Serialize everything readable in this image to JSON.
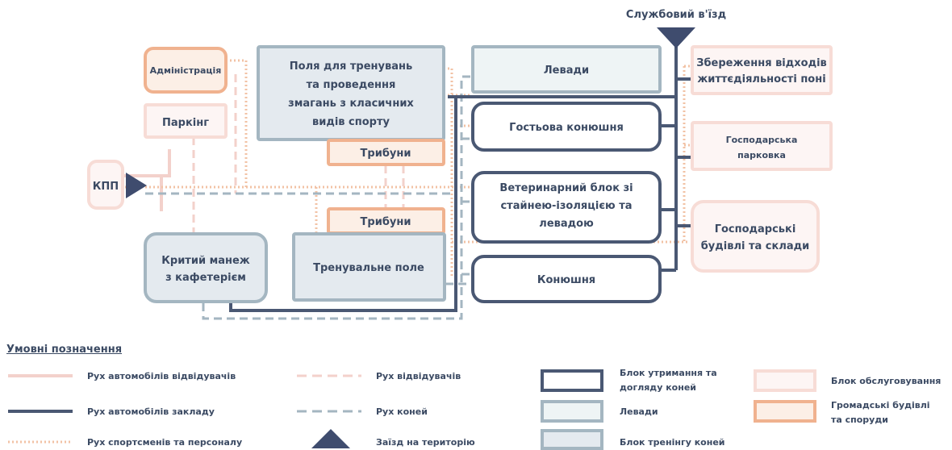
{
  "entry": {
    "service_entry_label": "Службовий в'їзд",
    "checkpoint_label": "КПП"
  },
  "blocks": {
    "administration": "Адміністрація",
    "parking": "Паркінг",
    "fields": [
      "Поля для тренувань",
      "та проведення",
      "змагань з класичних",
      "видів спорту"
    ],
    "stands_top": "Трибуни",
    "stands_bottom": "Трибуни",
    "paddocks": "Левади",
    "guest_stable": "Гостьова конюшня",
    "vet_block": [
      "Ветеринарний блок зі",
      "стайнею-ізоляцією та",
      "левадою"
    ],
    "stable": "Конюшня",
    "covered_arena": [
      "Критий манеж",
      "з кафетерієм"
    ],
    "training_field": "Тренувальне поле",
    "waste_storage": [
      "Збереження відходів",
      "життєдіяльності поні"
    ],
    "utility_parking": [
      "Господарська",
      "парковка"
    ],
    "utility_buildings": [
      "Господарські",
      "будівлі та склади"
    ]
  },
  "legend": {
    "title": "Умовні позначення",
    "items": [
      {
        "key": "visitor_cars",
        "label": "Рух автомобілів відвідувачів"
      },
      {
        "key": "facility_cars",
        "label": "Рух автомобілів закладу"
      },
      {
        "key": "staff",
        "label": "Рух спортсменів та персоналу"
      },
      {
        "key": "visitors",
        "label": "Рух відвідувачів"
      },
      {
        "key": "horses",
        "label": "Рух коней"
      },
      {
        "key": "entrance",
        "label": "Заїзд на територію"
      },
      {
        "key": "horse_keeping",
        "label": "Блок утримання та догляду коней"
      },
      {
        "key": "paddocks",
        "label": "Левади"
      },
      {
        "key": "training",
        "label": "Блок тренінгу коней"
      },
      {
        "key": "service",
        "label": "Блок обслуговування"
      },
      {
        "key": "public",
        "label": "Громадські будівлі та споруди"
      }
    ]
  },
  "colors": {
    "dark": "#4a5873",
    "grey_blue": "#a4b6c1",
    "pink": "#f3d1cb",
    "orange": "#f0b28f",
    "staff_dots": "#f2c2a4",
    "training_fill": "#e4eaef",
    "paddock_fill": "#eef4f5",
    "service_fill": "#fdf5f4",
    "public_fill": "#fcefe6",
    "text": "#3b4a63"
  }
}
